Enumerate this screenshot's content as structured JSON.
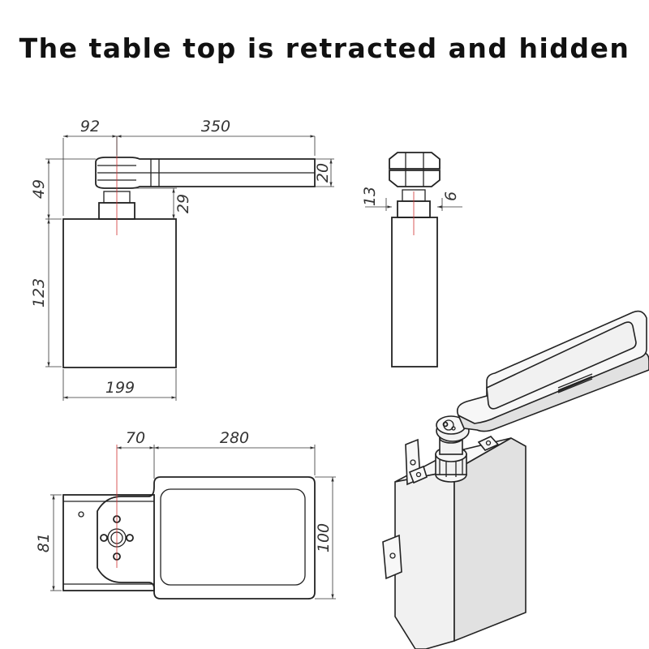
{
  "title": "The table top is retracted and hidden",
  "front_view": {
    "dims": {
      "arm_offset": "92",
      "arm_length": "350",
      "top_height": "49",
      "arm_thickness": "20",
      "neck_height": "29",
      "box_height": "123",
      "box_width": "199"
    }
  },
  "side_view": {
    "dims": {
      "left_offset": "13",
      "right_offset": "6"
    }
  },
  "top_view": {
    "dims": {
      "hub_offset": "70",
      "plate_length": "280",
      "box_depth": "81",
      "plate_width": "100"
    }
  }
}
